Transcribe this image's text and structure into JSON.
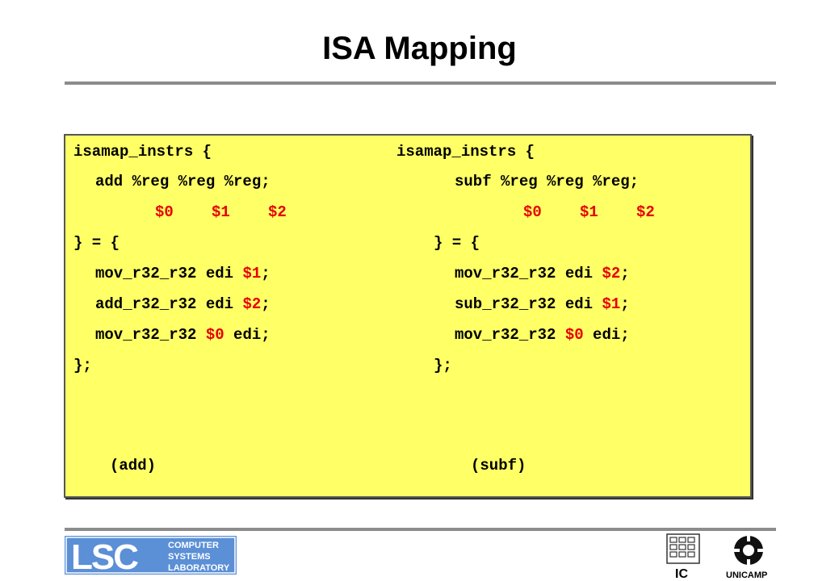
{
  "slide": {
    "title": "ISA Mapping"
  },
  "left": {
    "l1": "isamap_instrs {",
    "l2": "add %reg %reg %reg;",
    "l3": {
      "a": "$0",
      "b": "$1",
      "c": "$2"
    },
    "l4": "} = {",
    "l5": {
      "pre": "mov_r32_r32 edi ",
      "op": "$1",
      "post": ";"
    },
    "l6": {
      "pre": "add_r32_r32 edi ",
      "op": "$2",
      "post": ";"
    },
    "l7": {
      "pre": "mov_r32_r32 ",
      "op": "$0",
      "post": " edi;"
    },
    "l8": "};",
    "caption": "(add)"
  },
  "right": {
    "l1": "isamap_instrs {",
    "l2": "subf %reg %reg %reg;",
    "l3": {
      "a": "$0",
      "b": "$1",
      "c": "$2"
    },
    "l4": "} = {",
    "l5": {
      "pre": "mov_r32_r32 edi ",
      "op": "$2",
      "post": ";"
    },
    "l6": {
      "pre": "sub_r32_r32 edi ",
      "op": "$1",
      "post": ";"
    },
    "l7": {
      "pre": "mov_r32_r32 ",
      "op": "$0",
      "post": " edi;"
    },
    "l8": "};",
    "caption": "(subf)"
  },
  "footer": {
    "lsc": {
      "abbr": "LSC",
      "line1": "COMPUTER",
      "line2": "SYSTEMS",
      "line3": "LABORATORY"
    },
    "ic": {
      "label": "IC"
    },
    "unicamp": {
      "label": "UNICAMP"
    }
  },
  "colors": {
    "code_bg": "#ffff66",
    "operand": "#e60000",
    "rule": "#8c8c8c",
    "lsc_blue": "#5b8fd6"
  }
}
